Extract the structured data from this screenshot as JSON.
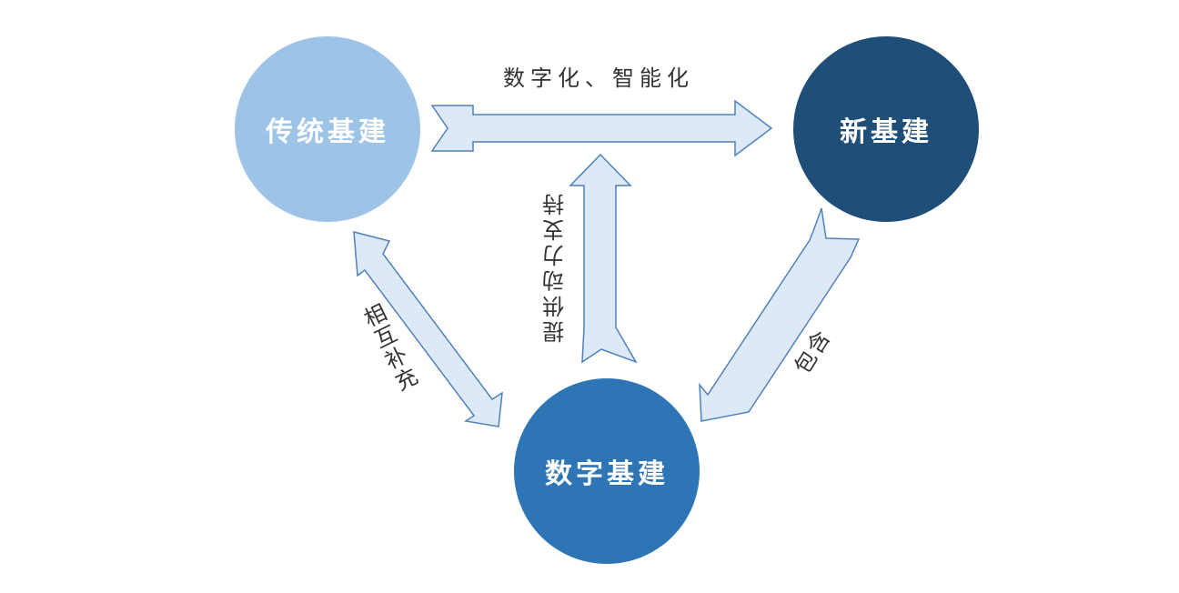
{
  "nodes": {
    "traditional": "传统基建",
    "new": "新基建",
    "digital": "数字基建"
  },
  "edges": {
    "traditional_to_new": "数字化、智能化",
    "digital_supports": "提供动力支持",
    "mutual": "相互补充",
    "contains": "包含"
  },
  "colors": {
    "traditional": "#9dc3e6",
    "new": "#1f4e79",
    "digital": "#2e75b6",
    "arrow_fill": "#dde9f6",
    "arrow_stroke": "#4f81bd"
  }
}
